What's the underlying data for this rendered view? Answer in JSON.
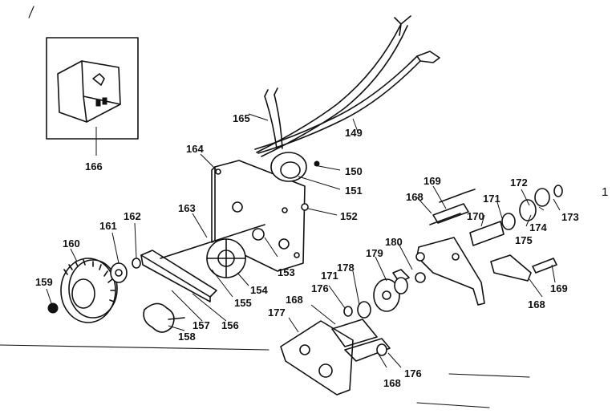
{
  "callouts": [
    {
      "id": "149",
      "label": "149"
    },
    {
      "id": "150",
      "label": "150"
    },
    {
      "id": "151",
      "label": "151"
    },
    {
      "id": "152",
      "label": "152"
    },
    {
      "id": "153",
      "label": "153"
    },
    {
      "id": "154",
      "label": "154"
    },
    {
      "id": "155",
      "label": "155"
    },
    {
      "id": "156",
      "label": "156"
    },
    {
      "id": "157",
      "label": "157"
    },
    {
      "id": "158",
      "label": "158"
    },
    {
      "id": "159",
      "label": "159"
    },
    {
      "id": "160",
      "label": "160"
    },
    {
      "id": "161",
      "label": "161"
    },
    {
      "id": "162",
      "label": "162"
    },
    {
      "id": "163",
      "label": "163"
    },
    {
      "id": "164",
      "label": "164"
    },
    {
      "id": "165",
      "label": "165"
    },
    {
      "id": "166",
      "label": "166"
    },
    {
      "id": "168a",
      "label": "168"
    },
    {
      "id": "168b",
      "label": "168"
    },
    {
      "id": "168c",
      "label": "168"
    },
    {
      "id": "168d",
      "label": "168"
    },
    {
      "id": "169a",
      "label": "169"
    },
    {
      "id": "169b",
      "label": "169"
    },
    {
      "id": "170",
      "label": "170"
    },
    {
      "id": "171a",
      "label": "171"
    },
    {
      "id": "171b",
      "label": "171"
    },
    {
      "id": "172",
      "label": "172"
    },
    {
      "id": "173",
      "label": "173"
    },
    {
      "id": "174",
      "label": "174"
    },
    {
      "id": "175",
      "label": "175"
    },
    {
      "id": "176a",
      "label": "176"
    },
    {
      "id": "176b",
      "label": "176"
    },
    {
      "id": "177",
      "label": "177"
    },
    {
      "id": "178",
      "label": "178"
    },
    {
      "id": "179",
      "label": "179"
    },
    {
      "id": "180",
      "label": "180"
    }
  ],
  "page_mark": "1"
}
